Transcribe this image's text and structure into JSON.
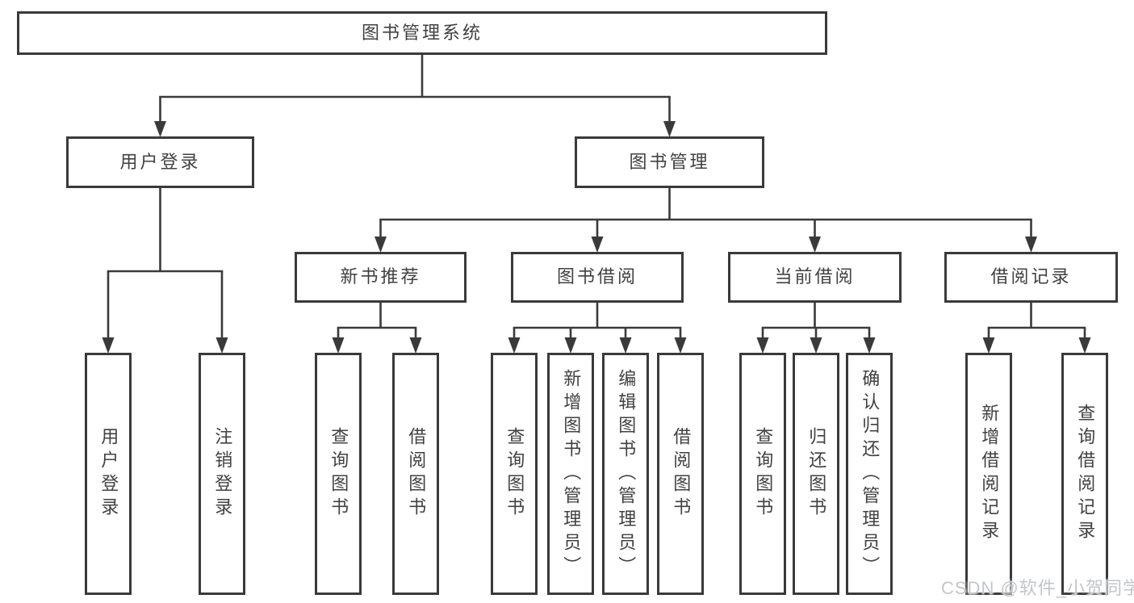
{
  "diagram": {
    "type": "tree-diagram",
    "title": "图书管理系统"
  },
  "watermark": {
    "text": "CSDN @软件_小贺同学"
  },
  "colors": {
    "line": "#3a3a3a",
    "box_border": "#3a3a3a",
    "box_fill": "#ffffff",
    "text": "#414141",
    "watermark": "#c3c6c9"
  },
  "nodes": [
    {
      "id": "root",
      "label": "图书管理系统",
      "parent": null
    },
    {
      "id": "user-login",
      "label": "用户登录",
      "parent": "root"
    },
    {
      "id": "book-mgmt",
      "label": "图书管理",
      "parent": "root"
    },
    {
      "id": "new-book-rec",
      "label": "新书推荐",
      "parent": "book-mgmt"
    },
    {
      "id": "book-borrow",
      "label": "图书借阅",
      "parent": "book-mgmt"
    },
    {
      "id": "current-borrow",
      "label": "当前借阅",
      "parent": "book-mgmt"
    },
    {
      "id": "borrow-records",
      "label": "借阅记录",
      "parent": "book-mgmt"
    },
    {
      "id": "leaf-user-login",
      "label": "用户登录",
      "parent": "user-login"
    },
    {
      "id": "leaf-logout",
      "label": "注销登录",
      "parent": "user-login"
    },
    {
      "id": "leaf-query-book-rec",
      "label": "查询图书",
      "parent": "new-book-rec"
    },
    {
      "id": "leaf-borrow-book-rec",
      "label": "借阅图书",
      "parent": "new-book-rec"
    },
    {
      "id": "leaf-query-book-borrow",
      "label": "查询图书",
      "parent": "book-borrow"
    },
    {
      "id": "leaf-add-book",
      "label": "新增图书（管理员）",
      "parent": "book-borrow"
    },
    {
      "id": "leaf-edit-book",
      "label": "编辑图书（管理员）",
      "parent": "book-borrow"
    },
    {
      "id": "leaf-borrow-book",
      "label": "借阅图书",
      "parent": "book-borrow"
    },
    {
      "id": "leaf-query-book-current",
      "label": "查询图书",
      "parent": "current-borrow"
    },
    {
      "id": "leaf-return-book",
      "label": "归还图书",
      "parent": "current-borrow"
    },
    {
      "id": "leaf-confirm-return",
      "label": "确认归还（管理员）",
      "parent": "current-borrow"
    },
    {
      "id": "leaf-add-record",
      "label": "新增借阅记录",
      "parent": "borrow-records"
    },
    {
      "id": "leaf-query-record",
      "label": "查询借阅记录",
      "parent": "borrow-records"
    }
  ]
}
